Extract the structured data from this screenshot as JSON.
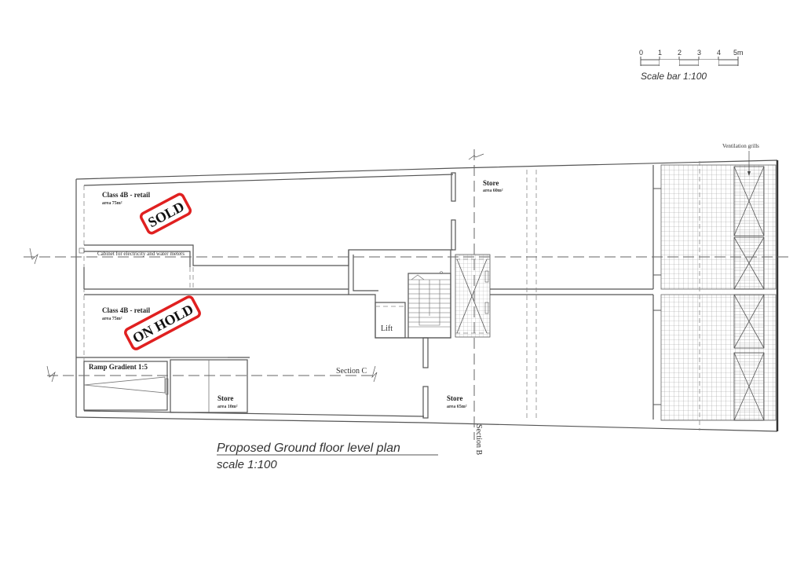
{
  "scale_bar": {
    "ticks": [
      "0",
      "1",
      "2",
      "3",
      "4",
      "5m"
    ],
    "caption": "Scale bar 1:100"
  },
  "drawing": {
    "title": "Proposed Ground floor level plan",
    "subtitle": "scale 1:100"
  },
  "rooms": [
    {
      "id": "retail-upper",
      "title": "Class 4B - retail",
      "area": "area 75m²",
      "status": "SOLD"
    },
    {
      "id": "retail-lower",
      "title": "Class 4B - retail",
      "area": "area 75m²",
      "status": "ON HOLD"
    },
    {
      "id": "store-upper",
      "title": "Store",
      "area": "area 60m²"
    },
    {
      "id": "store-lower",
      "title": "Store",
      "area": "area 65m²"
    },
    {
      "id": "store-small",
      "title": "Store",
      "area": "area 10m²"
    }
  ],
  "annotations": {
    "cabinet": "Cabinet for electricity and water meters",
    "ramp": "Ramp Gradient 1:5",
    "lift": "Lift",
    "ventilation": "Ventilation grills",
    "section_b": "Section B",
    "section_c": "Section C"
  },
  "colors": {
    "stamp_red": "#e02020",
    "line": "#555555",
    "background": "#ffffff"
  }
}
